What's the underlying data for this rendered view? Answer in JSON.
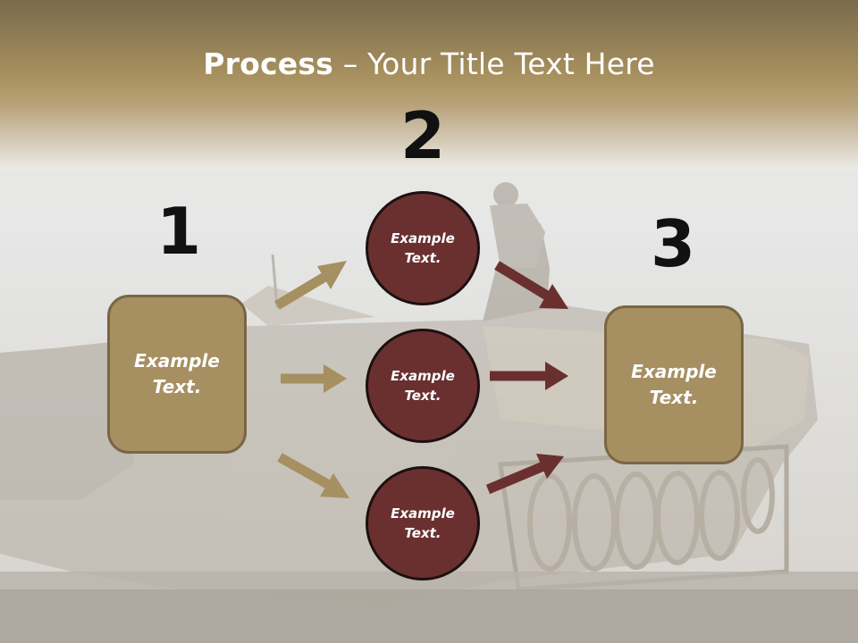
{
  "title": {
    "bold": "Process",
    "rest": " – Your Title Text Here"
  },
  "numbers": [
    "1",
    "2",
    "3"
  ],
  "left_box": {
    "text": "Example Text."
  },
  "circles": [
    {
      "text": "Example Text."
    },
    {
      "text": "Example Text."
    },
    {
      "text": "Example Text."
    }
  ],
  "right_box": {
    "text": "Example Text."
  },
  "colors": {
    "header_band": "#a8915f",
    "box_fill": "#a68f61",
    "circle_fill": "#6a3030",
    "arrow_tan": "#a68f61",
    "arrow_maroon": "#6a3030"
  }
}
